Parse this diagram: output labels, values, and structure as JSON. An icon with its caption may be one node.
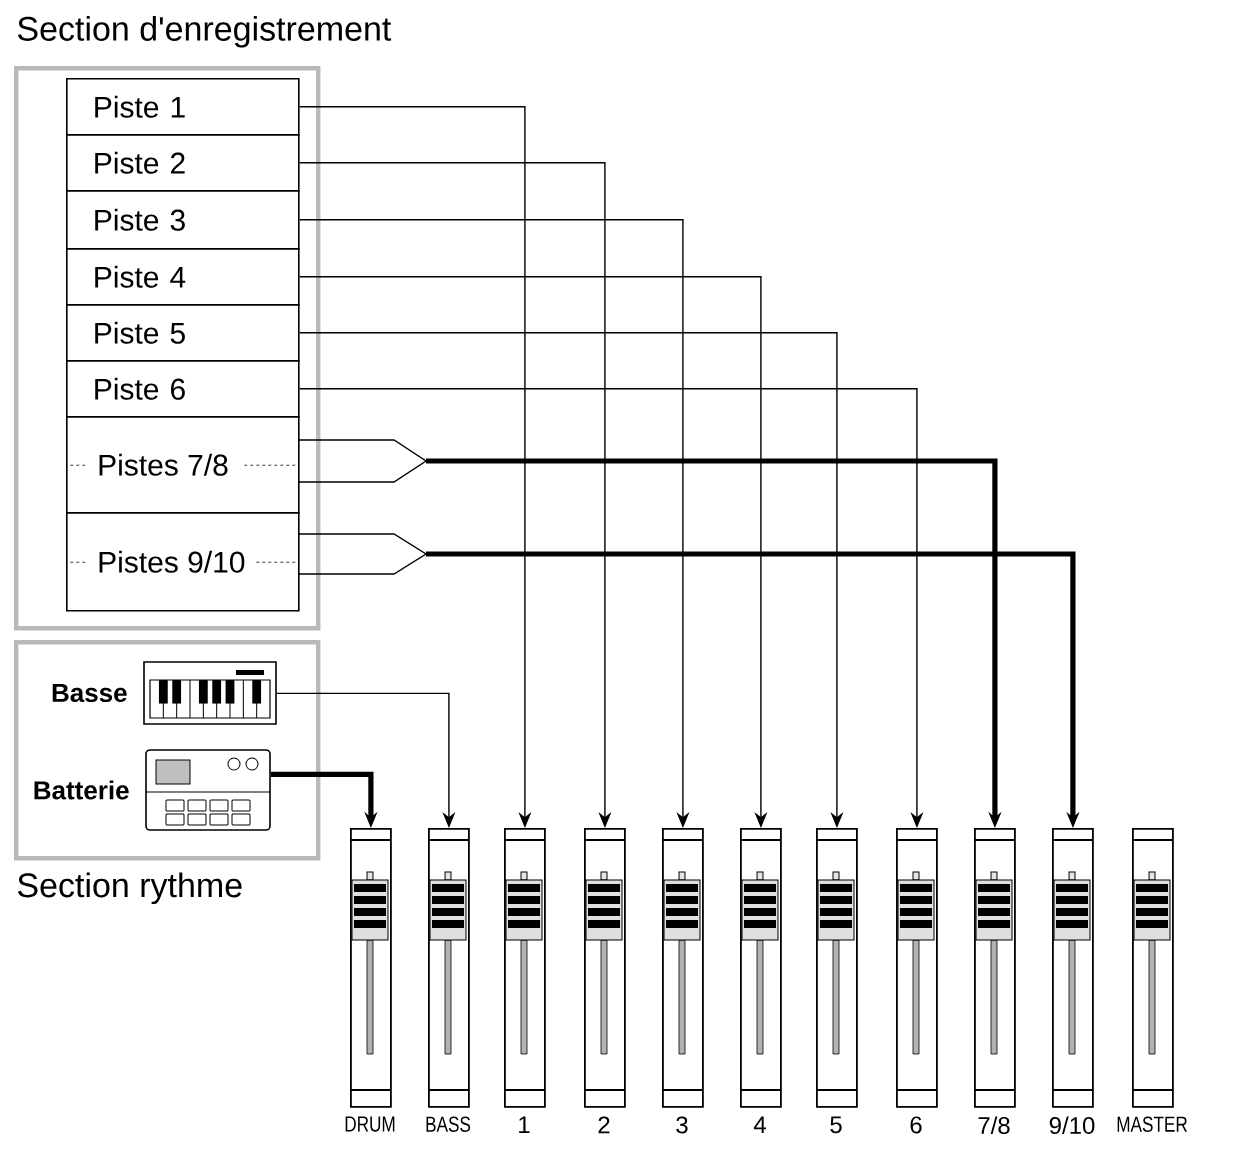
{
  "diagram": {
    "nodes": [
      {
        "text": [
          "Section d'enregistrement"
        ]
      },
      {
        "text": [
          "Piste 1"
        ],
        "in": 0
      },
      {
        "text": [
          "Piste 2"
        ],
        "in": 0
      },
      {
        "text": [
          "Piste 3"
        ],
        "in": 0
      },
      {
        "text": [
          "Piste 4"
        ],
        "in": 0
      },
      {
        "text": [
          "Piste 5"
        ],
        "in": 0
      },
      {
        "text": [
          "Piste 6"
        ],
        "in": 0
      },
      {
        "text": [
          "Pistes 7/8"
        ],
        "in": 0
      },
      {
        "text": [
          "Pistes 9/10"
        ],
        "in": 0
      },
      {
        "text": [
          "Section rythme"
        ]
      },
      {
        "text": [],
        "shape": "picture",
        "beside": [
          "Basse"
        ],
        "in": 9
      },
      {
        "text": [],
        "shape": "picture",
        "beside": [
          "Batterie"
        ],
        "in": 9
      },
      {
        "text": [],
        "shape": "fader",
        "beside": [
          "DRUM"
        ]
      },
      {
        "text": [],
        "shape": "fader",
        "beside": [
          "BASS"
        ]
      },
      {
        "text": [],
        "shape": "fader",
        "beside": [
          "1"
        ]
      },
      {
        "text": [],
        "shape": "fader",
        "beside": [
          "2"
        ]
      },
      {
        "text": [],
        "shape": "fader",
        "beside": [
          "3"
        ]
      },
      {
        "text": [],
        "shape": "fader",
        "beside": [
          "4"
        ]
      },
      {
        "text": [],
        "shape": "fader",
        "beside": [
          "5"
        ]
      },
      {
        "text": [],
        "shape": "fader",
        "beside": [
          "6"
        ]
      },
      {
        "text": [],
        "shape": "fader",
        "beside": [
          "7/8"
        ]
      },
      {
        "text": [],
        "shape": "fader",
        "beside": [
          "9/10"
        ]
      },
      {
        "text": [],
        "shape": "fader",
        "beside": [
          "MASTER"
        ]
      }
    ],
    "edges": [
      {
        "from": 1,
        "to": 14,
        "arrow": "to"
      },
      {
        "from": 2,
        "to": 15,
        "arrow": "to"
      },
      {
        "from": 3,
        "to": 16,
        "arrow": "to"
      },
      {
        "from": 4,
        "to": 17,
        "arrow": "to"
      },
      {
        "from": 5,
        "to": 18,
        "arrow": "to"
      },
      {
        "from": 6,
        "to": 19,
        "arrow": "to"
      },
      {
        "from": 7,
        "to": 20,
        "arrow": "to",
        "style": "thick"
      },
      {
        "from": 8,
        "to": 21,
        "arrow": "to",
        "style": "thick"
      },
      {
        "from": 10,
        "to": 13,
        "arrow": "to"
      },
      {
        "from": 11,
        "to": 12,
        "arrow": "to",
        "style": "thick"
      }
    ]
  }
}
